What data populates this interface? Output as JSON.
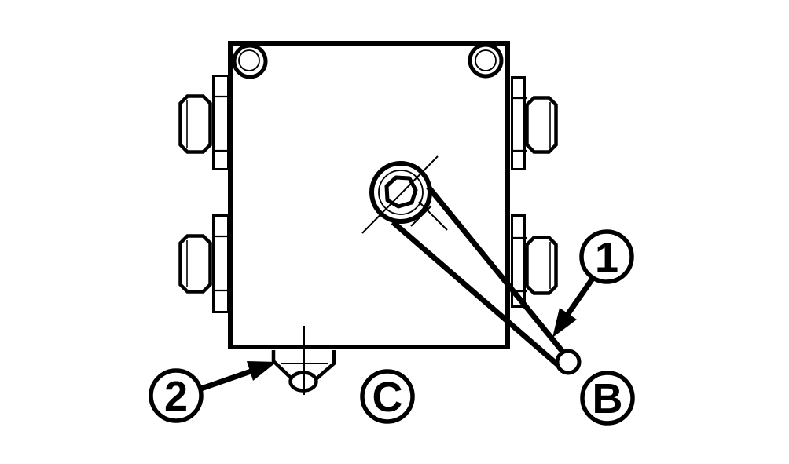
{
  "diagram": {
    "type": "technical-parts-diagram",
    "description": "Hydraulic valve block top view with control lever, four side ports, center adjuster screw and relief fitting",
    "colors": {
      "line": "#000000",
      "background": "#ffffff"
    },
    "callouts": [
      {
        "id": "item-1",
        "label": "1",
        "points_to": "control-lever"
      },
      {
        "id": "item-2",
        "label": "2",
        "points_to": "relief-fitting"
      },
      {
        "id": "port-B",
        "label": "B",
        "points_to": "lever-ball-end-position"
      },
      {
        "id": "port-C",
        "label": "C",
        "points_to": "relief-fitting-position"
      }
    ]
  }
}
